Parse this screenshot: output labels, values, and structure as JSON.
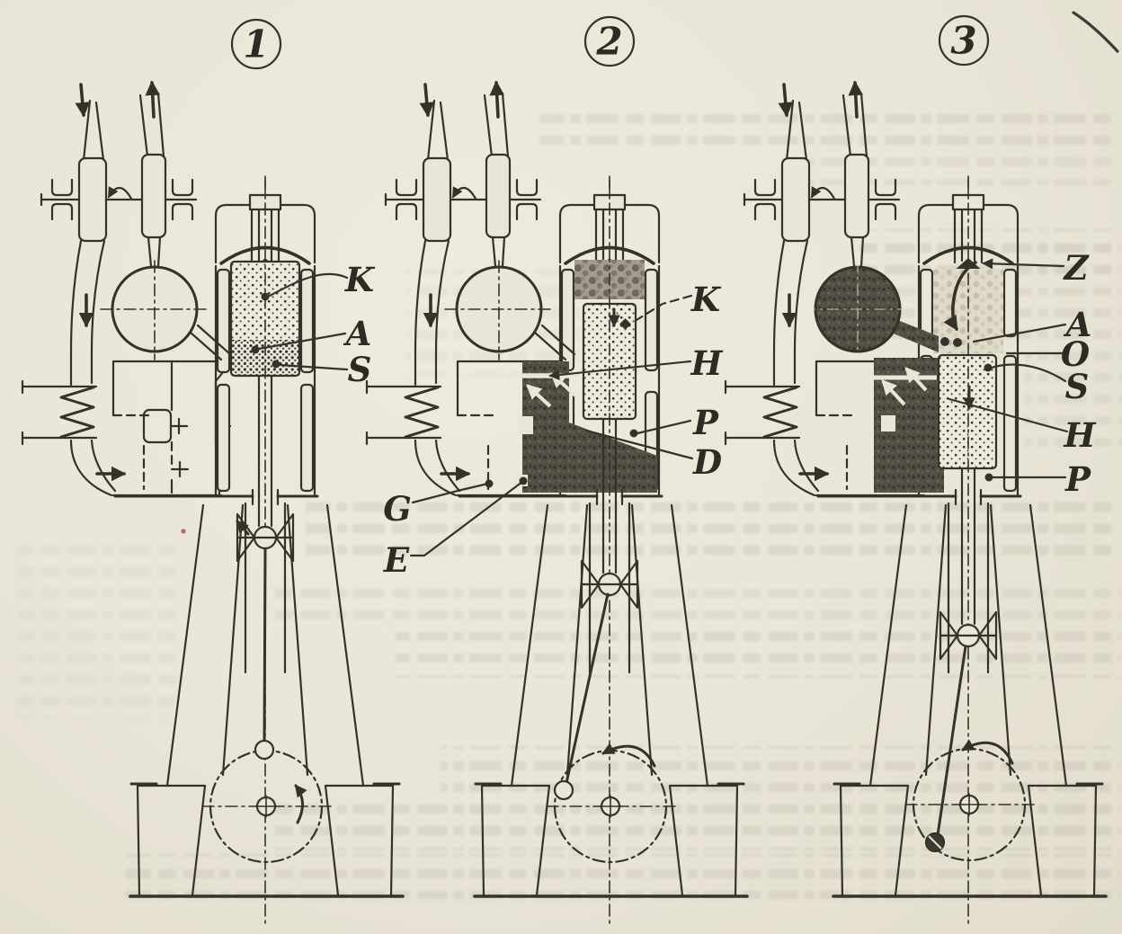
{
  "page": {
    "kind": "scanned technical diagram, three two-stroke engine turbocharging schematics",
    "paper_color": "#e9e5d7",
    "ink_color": "#35322a",
    "dark_region_color": "#524e44"
  },
  "figures": [
    {
      "number": "1",
      "labels": [
        "K",
        "A",
        "S"
      ]
    },
    {
      "number": "2",
      "labels": [
        "K",
        "H",
        "P",
        "D",
        "G",
        "E"
      ]
    },
    {
      "number": "3",
      "labels": [
        "Z",
        "A",
        "O",
        "S",
        "H",
        "P"
      ]
    }
  ]
}
